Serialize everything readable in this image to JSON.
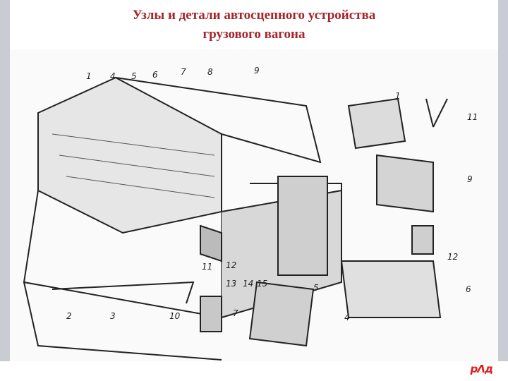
{
  "slide": {
    "title_line1": "Узлы и детали автосцепного устройства",
    "title_line2": "грузового вагона"
  },
  "figure": {
    "callouts": [
      "1",
      "4",
      "5",
      "6",
      "7",
      "8",
      "9",
      "1",
      "11",
      "9",
      "12",
      "6",
      "2",
      "3",
      "10",
      "7",
      "5",
      "4",
      "11",
      "12",
      "13",
      "14",
      "15"
    ]
  },
  "logo": {
    "text": "рɅд"
  },
  "colors": {
    "title": "#a4262c",
    "logo": "#e21a1a",
    "side_band": "#c9ccd3"
  }
}
